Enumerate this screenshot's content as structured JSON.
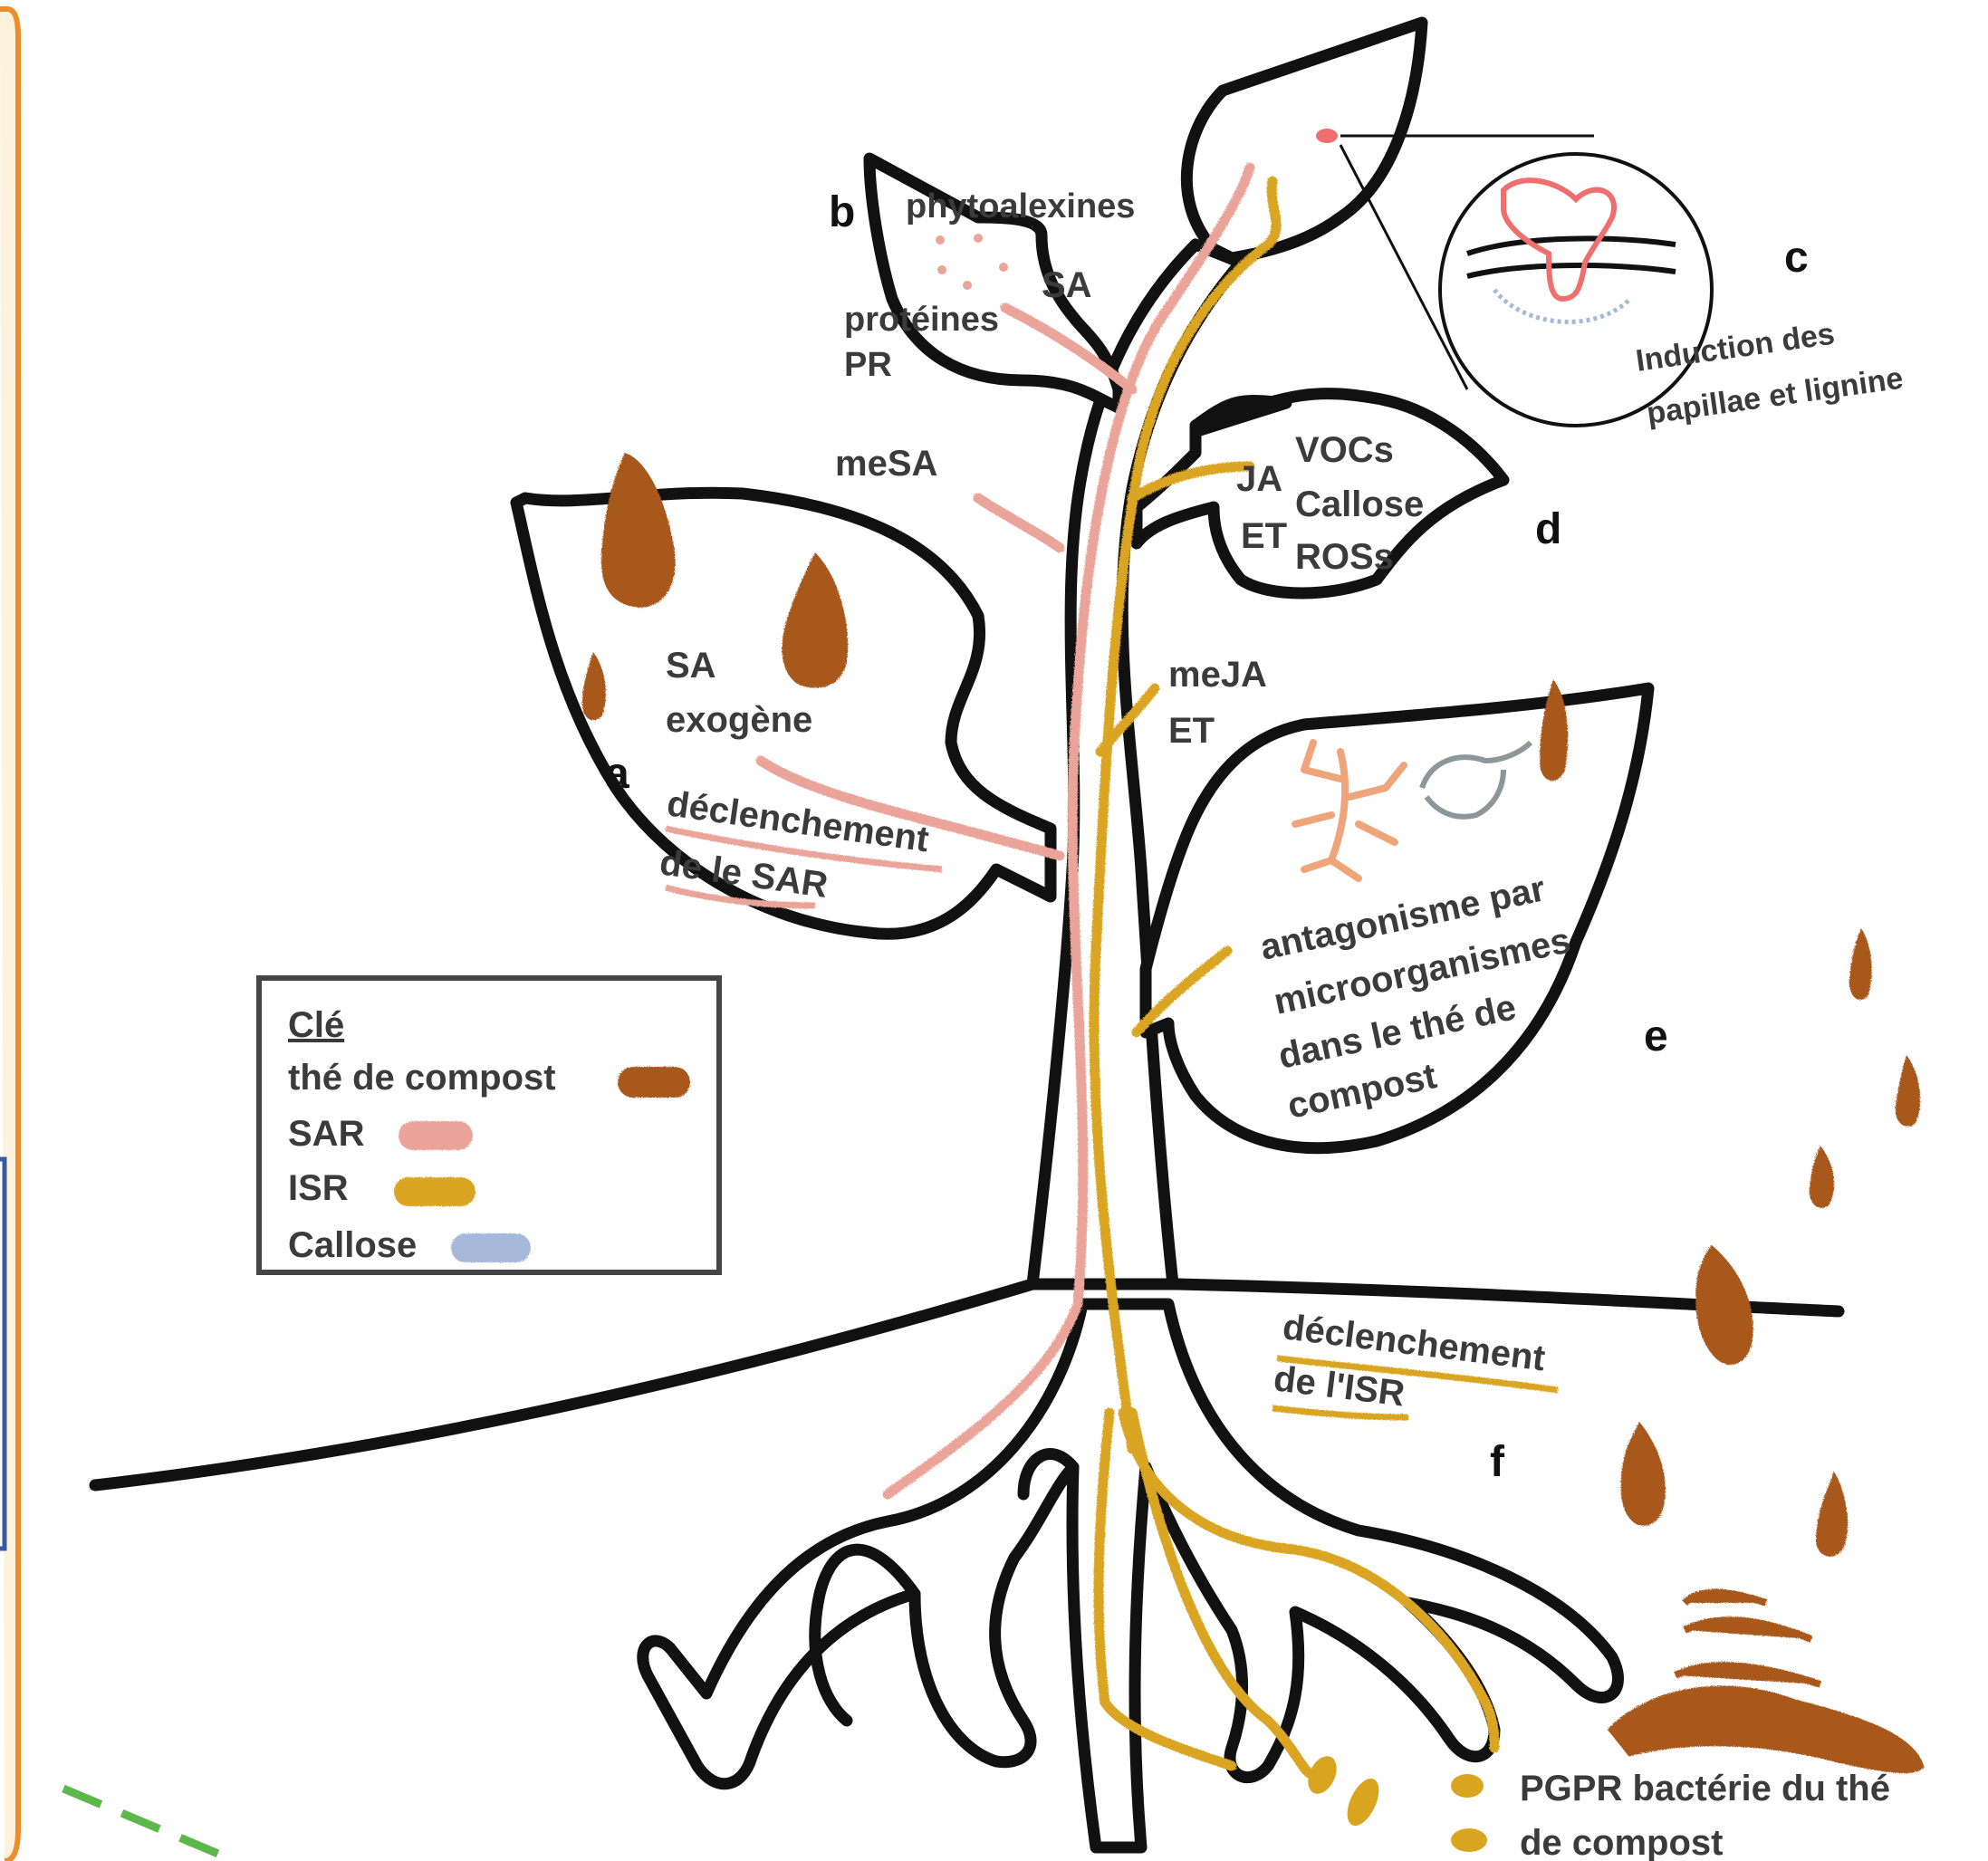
{
  "colors": {
    "frame_border": "#ef8d2c",
    "frame_fill": "#fdf3dc",
    "blue_box": "#3a5aa0",
    "green_dash": "#5cb84a",
    "compost_tea": "#a9581f",
    "sar": "#eba49a",
    "isr": "#d9a521",
    "callose": "#a7b9d8",
    "papilla": "#ef6e6e",
    "outline": "#111111",
    "text": "#3b3b3b"
  },
  "letters": {
    "a": "a",
    "b": "b",
    "c": "c",
    "d": "d",
    "e": "e",
    "f": "f"
  },
  "leaf_a": {
    "sa": "SA",
    "exogene": "exogène",
    "trigger_1": "déclenchement",
    "trigger_2": "de le SAR"
  },
  "leaf_b": {
    "phytoalexines": "phytoalexines",
    "sa": "SA",
    "proteines": "protéines",
    "pr": "PR"
  },
  "stem": {
    "mesa": "meSA",
    "meja": "meJA",
    "et": "ET"
  },
  "leaf_c": {
    "line1": "Induction des",
    "line2": "papillae et lignine"
  },
  "leaf_d": {
    "vocs": "VOCs",
    "ja": "JA",
    "callose": "Callose",
    "et": "ET",
    "ross": "ROSs"
  },
  "leaf_e": {
    "line1": "antagonisme par",
    "line2": "microorganismes",
    "line3": "dans le thé de",
    "line4": "compost"
  },
  "roots": {
    "trigger_1": "déclenchement",
    "trigger_2": "de l'ISR"
  },
  "pgpr": {
    "line1": "PGPR bactérie du thé",
    "line2": "de compost"
  },
  "legend": {
    "title": "Clé",
    "items": [
      {
        "label": "thé de compost",
        "icon": "compost-tea-swatch"
      },
      {
        "label": "SAR",
        "icon": "sar-swatch"
      },
      {
        "label": "ISR",
        "icon": "isr-swatch"
      },
      {
        "label": "Callose",
        "icon": "callose-swatch"
      }
    ]
  }
}
